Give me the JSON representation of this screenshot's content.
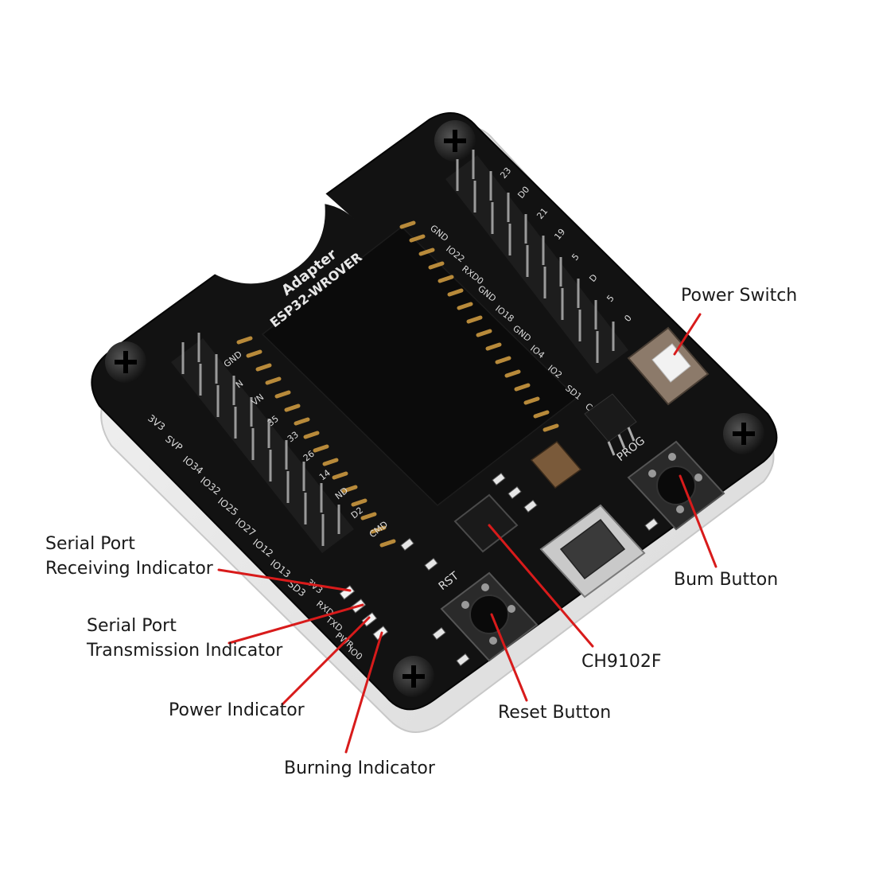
{
  "board": {
    "silk_title": "Adapter",
    "silk_model": "ESP32-WROVER",
    "left_pins": [
      "3V3",
      "SVP",
      "IO34",
      "IO32",
      "IO25",
      "IO27",
      "IO12",
      "IO13",
      "SD3"
    ],
    "right_pins": [
      "GND",
      "IO22",
      "RXD0",
      "GND",
      "IO18",
      "GND",
      "IO4",
      "IO2",
      "SD1",
      "CLK"
    ],
    "top_pins": [
      "23",
      "D0",
      "21",
      "19",
      "5",
      "D",
      "5",
      "0"
    ],
    "inner_pins": [
      "GND",
      "N",
      "VN",
      "35",
      "33",
      "26",
      "14",
      "ND",
      "D2",
      "CMD"
    ],
    "led_labels": [
      "3V3",
      "RXD",
      "TXD",
      "PWR",
      "IO0"
    ],
    "prog_label": "PROG",
    "rst_label": "RST"
  },
  "callouts": {
    "power_switch": "Power Switch",
    "bum_button": "Bum Button",
    "ch9102f": "CH9102F",
    "reset_button": "Reset Button",
    "serial_rx": [
      "Serial Port",
      "Receiving Indicator"
    ],
    "serial_tx": [
      "Serial Port",
      "Transmission Indicator"
    ],
    "power_indicator": "Power Indicator",
    "burning_indicator": "Burning Indicator"
  },
  "colors": {
    "board": "#121212",
    "leader_line": "#d81b1b",
    "gold_contact": "#b88a3a",
    "label_text": "#1a1a1a"
  }
}
